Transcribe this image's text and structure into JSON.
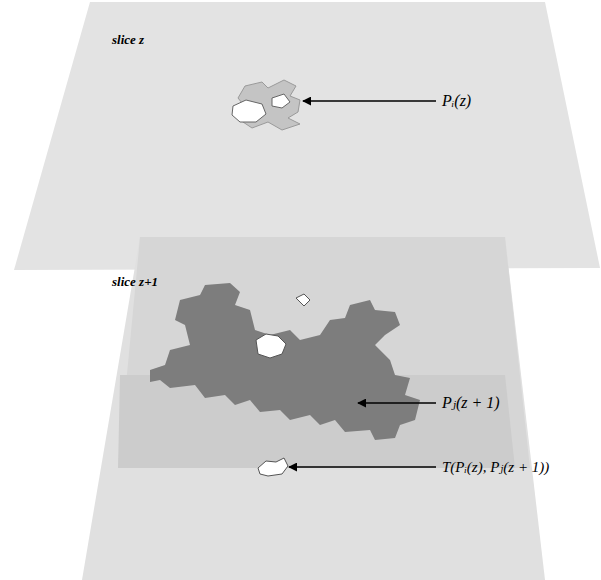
{
  "diagram": {
    "labels": [
      "slice z",
      "Pᵢ(z)",
      "slice z+1",
      "Pⱼ(z + 1)",
      "T(Pᵢ(z), Pⱼ(z + 1))"
    ]
  }
}
